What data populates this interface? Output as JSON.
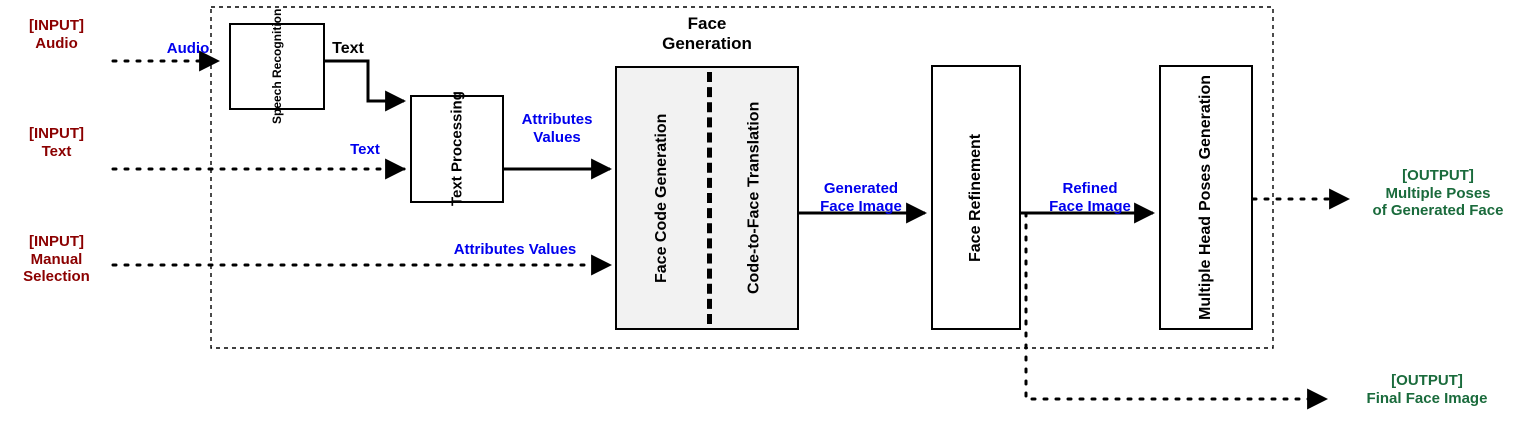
{
  "diagram": {
    "title": "Face Generation pipeline block diagram",
    "inputs": [
      {
        "name": "input-audio",
        "line1": "[INPUT]",
        "line2": "Audio"
      },
      {
        "name": "input-text",
        "line1": "[INPUT]",
        "line2": "Text"
      },
      {
        "name": "input-manual-selection",
        "line1": "[INPUT]",
        "line2": "Manual",
        "line3": "Selection"
      }
    ],
    "outputs": [
      {
        "name": "output-multiple-poses",
        "line1": "[OUTPUT]",
        "line2": "Multiple Poses",
        "line3": "of Generated Face"
      },
      {
        "name": "output-final-face-image",
        "line1": "[OUTPUT]",
        "line2": "Final Face Image"
      }
    ],
    "blocks": {
      "speech_recognition": {
        "line1": "Speech",
        "line2": "Recognition"
      },
      "text_processing": {
        "line1": "Text",
        "line2": "Processing"
      },
      "face_code_generation": {
        "line1": "Face Code",
        "line2": "Generation"
      },
      "code_to_face_translation": {
        "line1": "Code-to-Face",
        "line2": "Translation"
      },
      "face_refinement": {
        "line1": "Face",
        "line2": "Refinement"
      },
      "multiple_head_poses": {
        "line1": "Multiple Head",
        "line2": "Poses Generation"
      }
    },
    "group_title": {
      "line1": "Face",
      "line2": "Generation"
    },
    "edge_labels": {
      "audio": "Audio",
      "text_from_asr": "Text",
      "text_input": "Text",
      "attributes_values_1": "Attributes",
      "attributes_values_2": "Values",
      "attributes_values_manual": "Attributes Values",
      "generated_face_image_1": "Generated",
      "generated_face_image_2": "Face Image",
      "refined_face_image_1": "Refined",
      "refined_face_image_2": "Face Image"
    },
    "colors": {
      "input": "#8b0000",
      "output": "#1a6b3c",
      "edge_label": "#0000ee",
      "block_fill": "#f2f2f2",
      "stroke": "#000000"
    }
  }
}
